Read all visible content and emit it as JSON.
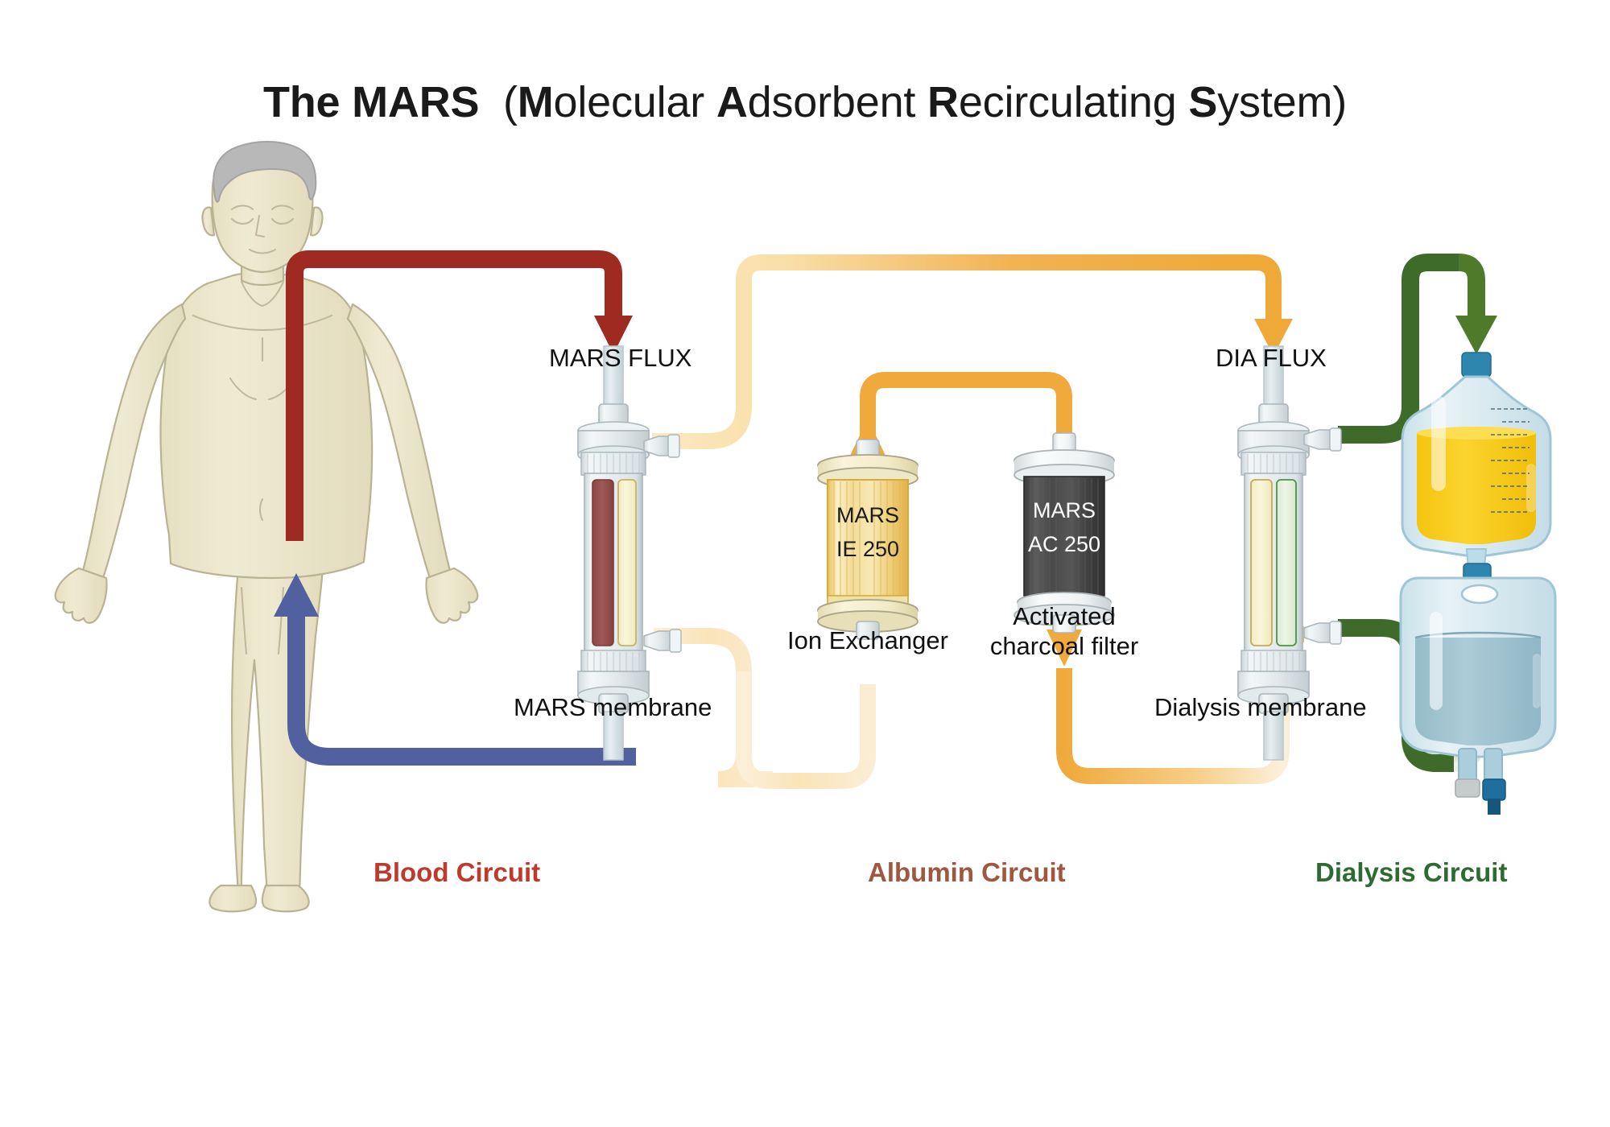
{
  "title": {
    "main_bold": "The MARS",
    "paren_open": "(",
    "parts": [
      {
        "bold": "M",
        "rest": "olecular "
      },
      {
        "bold": "A",
        "rest": "dsorbent "
      },
      {
        "bold": "R",
        "rest": "ecirculating "
      },
      {
        "bold": "S",
        "rest": "ystem"
      }
    ],
    "paren_close": ")",
    "full_text": "The MARS  (Molecular Adsorbent Recirculating System)"
  },
  "devices": {
    "mars_flux": {
      "label": "MARS FLUX",
      "sub_label": "MARS membrane",
      "blood_column_color": "#9A5150",
      "albumin_column_color": "#F4F0C8"
    },
    "dia_flux": {
      "label": "DIA FLUX",
      "sub_label": "Dialysis membrane",
      "albumin_column_color": "#F5F1CC",
      "dialysate_column_color": "#E4F0DC"
    },
    "ion_exchanger": {
      "body_line1": "MARS",
      "body_line2": "IE 250",
      "caption": "Ion Exchanger",
      "body_color": "#EFC košt"
    },
    "charcoal": {
      "body_line1": "MARS",
      "body_line2": "AC 250",
      "caption_line1": "Activated",
      "caption_line2": "charcoal filter",
      "body_color": "#474747"
    },
    "albumin_bag": {
      "fluid_color": "#F6C613",
      "port_color": "#2E86AE"
    },
    "dialysate_bag": {
      "fluid_color": "#9EC2CE",
      "port_color": "#1E6E9E"
    }
  },
  "circuits": [
    {
      "name": "blood",
      "label": "Blood Circuit",
      "color": "#C0392B",
      "line_color": "#9E2A22",
      "return_color": "#51619F"
    },
    {
      "name": "albumin",
      "label": "Albumin Circuit",
      "color": "#A0573F",
      "line_color": "#F0A93B"
    },
    {
      "name": "dialysis",
      "label": "Dialysis Circuit",
      "color": "#2E6B32",
      "line_color": "#4E7A2A"
    }
  ],
  "patient": {
    "skin_color": "#EDE8CE",
    "hair_color": "#B8B8B8",
    "outline_color": "#B9B393"
  }
}
